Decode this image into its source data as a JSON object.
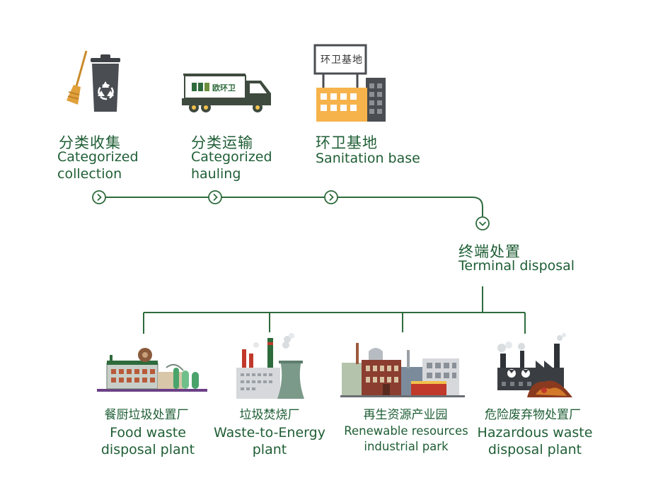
{
  "colors": {
    "primary_green": "#1f5e35",
    "line_green": "#2e6b3c",
    "bin_gray": "#4a4d52",
    "building_orange": "#f7b34b",
    "truck_dark": "#3f4a3f"
  },
  "stages": [
    {
      "icon": "recycling-bin-broom-icon",
      "cn": "分类收集",
      "en": "Categorized\ncollection"
    },
    {
      "icon": "garbage-truck-icon",
      "cn": "分类运输",
      "en": "Categorized\nhauling",
      "truck_text": "欧环卫"
    },
    {
      "icon": "sanitation-building-icon",
      "cn": "环卫基地",
      "en": "Sanitation base",
      "sign_text": "环卫基地"
    }
  ],
  "terminal": {
    "cn": "终端处置",
    "en": "Terminal disposal"
  },
  "facilities": [
    {
      "icon": "food-waste-plant-icon",
      "cn": "餐厨垃圾处置厂",
      "en": "Food waste\ndisposal plant"
    },
    {
      "icon": "waste-to-energy-plant-icon",
      "cn": "垃圾焚烧厂",
      "en": "Waste-to-Energy\nplant"
    },
    {
      "icon": "recycling-park-icon",
      "cn": "再生资源产业园",
      "en": "Renewable resources\nindustrial park"
    },
    {
      "icon": "hazardous-waste-plant-icon",
      "cn": "危险废弃物处置厂",
      "en": "Hazardous waste\ndisposal plant"
    }
  ]
}
